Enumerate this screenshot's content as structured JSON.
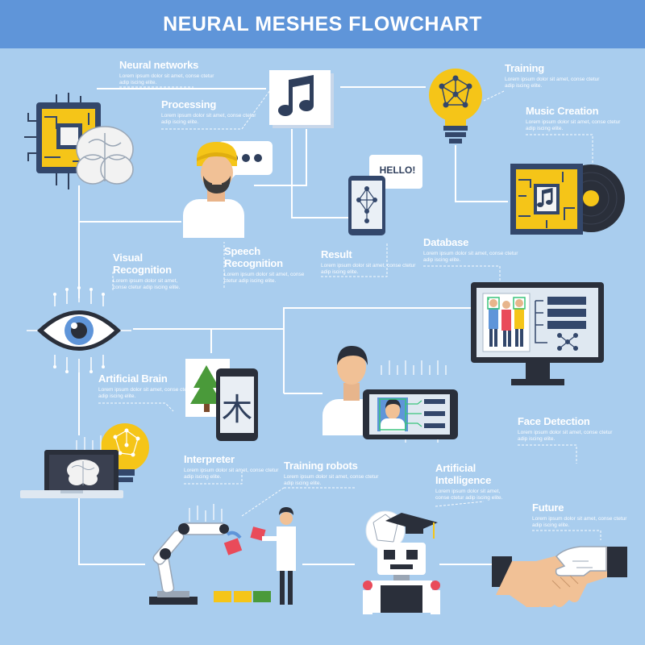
{
  "title": "NEURAL MESHES FLOWCHART",
  "lorem": "Lorem ipsum dolor sit amet, conse ctetur adip iscing elite.",
  "speech_bubble": "HELLO!",
  "interpreter_glyph": "木",
  "colors": {
    "background": "#a9cdee",
    "header": "#5f95d9",
    "line": "#ffffff"
  },
  "nodes": [
    {
      "id": "neural-networks",
      "title": "Neural networks",
      "icon": "chip-brain-icon"
    },
    {
      "id": "processing",
      "title": "Processing",
      "icon": "music-note-icon"
    },
    {
      "id": "training",
      "title": "Training",
      "icon": "lightbulb-network-icon"
    },
    {
      "id": "music-creation",
      "title": "Music Creation",
      "icon": "chip-vinyl-icon"
    },
    {
      "id": "speech-recognition",
      "title": "Speech Recognition",
      "icon": "speaker-person-icon"
    },
    {
      "id": "result",
      "title": "Result",
      "icon": "phone-hello-icon"
    },
    {
      "id": "database",
      "title": "Database",
      "icon": "monitor-database-icon"
    },
    {
      "id": "visual-recognition",
      "title": "Visual Recognition",
      "icon": "eye-circuit-icon"
    },
    {
      "id": "artificial-brain",
      "title": "Artificial Brain",
      "icon": "laptop-brain-icon"
    },
    {
      "id": "interpreter",
      "title": "Interpreter",
      "icon": "tablet-character-icon"
    },
    {
      "id": "face-detection",
      "title": "Face Detection",
      "icon": "face-scan-icon"
    },
    {
      "id": "training-robots",
      "title": "Training robots",
      "icon": "robot-arm-icon"
    },
    {
      "id": "artificial-intelligence",
      "title": "Artificial Intelligence",
      "icon": "robot-graduate-icon"
    },
    {
      "id": "future",
      "title": "Future",
      "icon": "handshake-icon"
    }
  ]
}
